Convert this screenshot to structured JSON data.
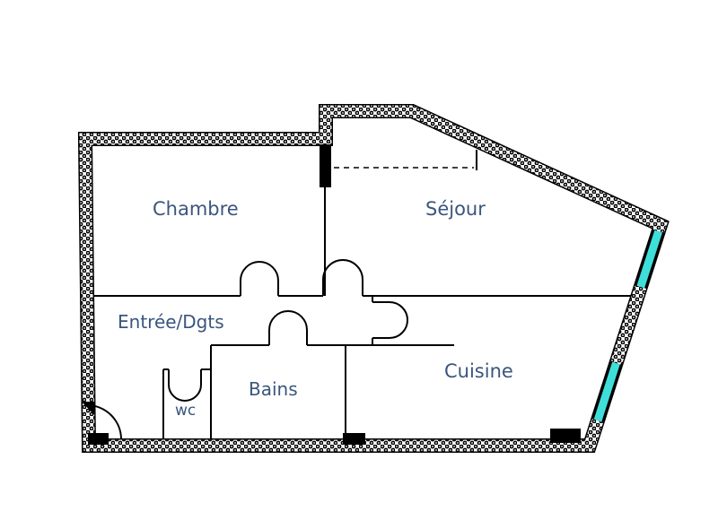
{
  "page": {
    "background": "#ffffff",
    "type_hint": "apartment floor plan"
  },
  "colors": {
    "label_text": "#3A567D",
    "window": "#3FDFD9",
    "wall": "#000000",
    "background": "#ffffff"
  },
  "rooms": {
    "chambre": "Chambre",
    "sejour": "Séjour",
    "entree": "Entrée/Dgts",
    "cuisine": "Cuisine",
    "bains": "Bains",
    "wc": "wc"
  }
}
